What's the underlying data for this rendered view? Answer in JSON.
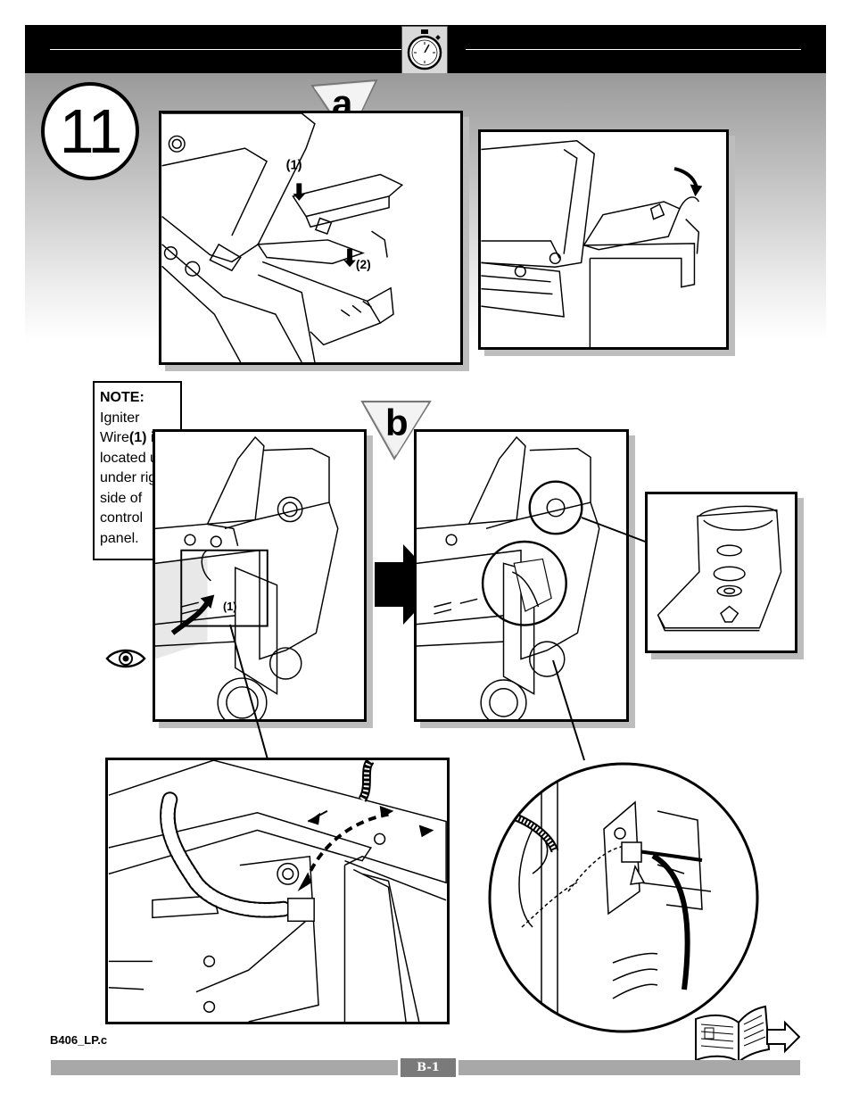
{
  "step": {
    "number": "11"
  },
  "substeps": {
    "a": "a",
    "b": "b"
  },
  "panel_a1": {
    "label_1": "(1)",
    "label_2": "(2)"
  },
  "panel_b1": {
    "label_1": "(1)"
  },
  "note": {
    "title": "NOTE:",
    "text_1": "Igniter Wire",
    "bold_ref": "(1)",
    "text_2": " is located up under right side of control panel."
  },
  "footer": {
    "doc_code": "B406_LP.c",
    "page_number": "B-1"
  },
  "icons": [
    "stopwatch-icon",
    "eye-icon",
    "arrow-right-icon",
    "manual-next-page-icon"
  ]
}
